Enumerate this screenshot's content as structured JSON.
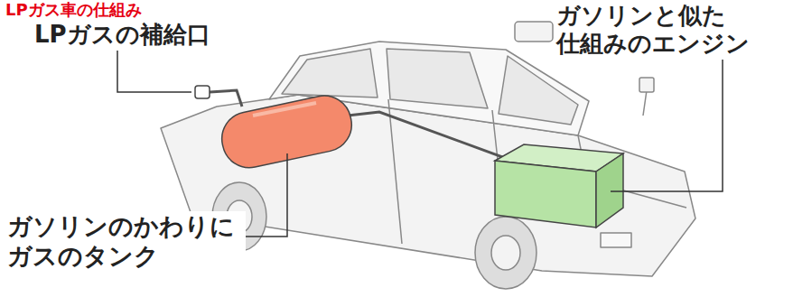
{
  "diagram": {
    "title": "LPガス車の仕組み",
    "labels": [
      "LPガスの補給口",
      "ガソリンと似た 仕組みのエンジン",
      "ガソリンのかわりに ガスのタンク"
    ]
  }
}
